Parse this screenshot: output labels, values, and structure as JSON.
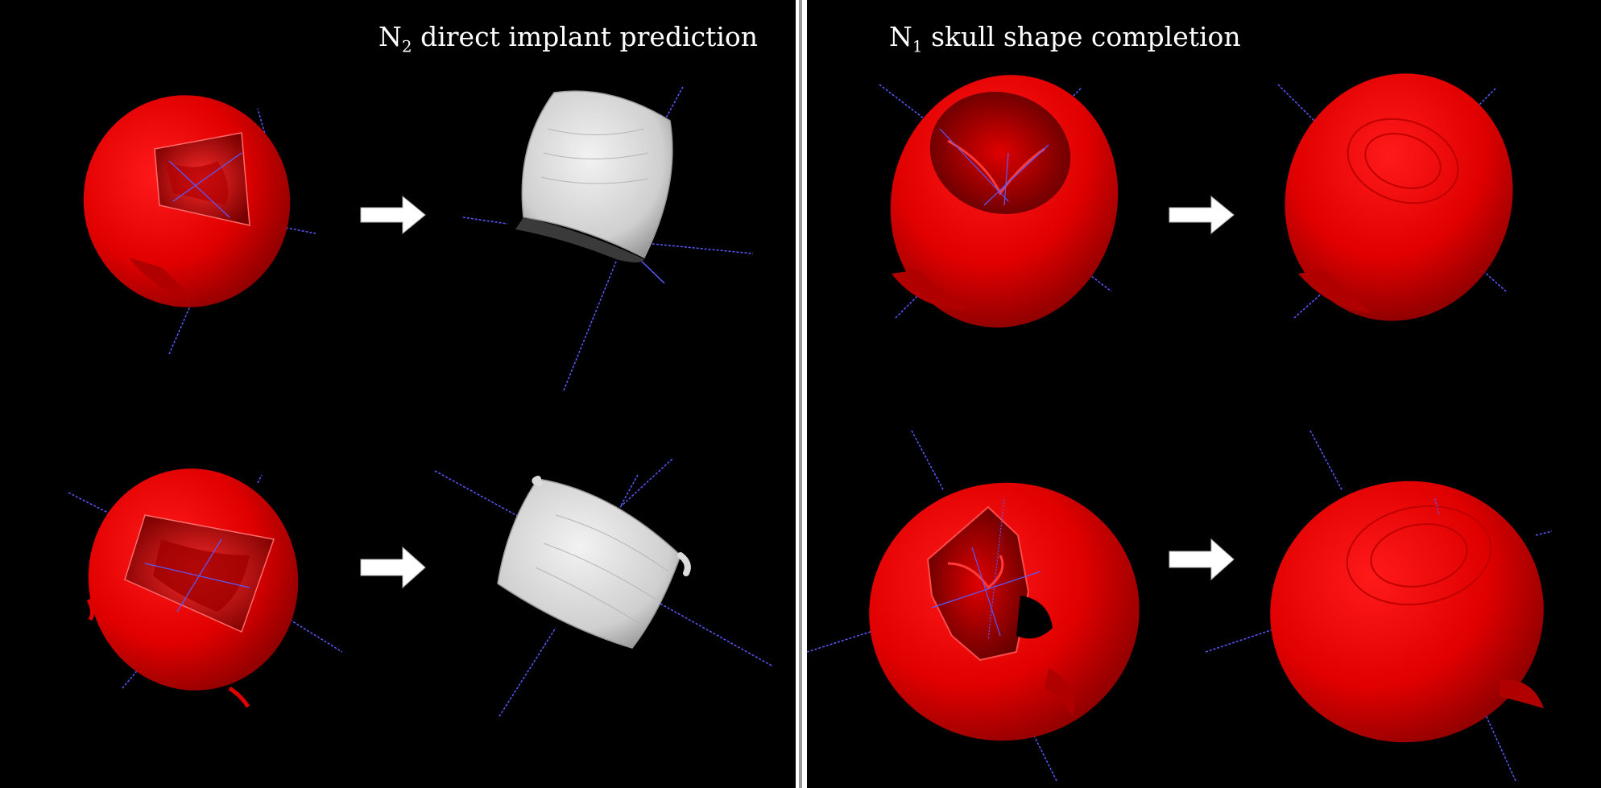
{
  "left_panel": {
    "title_main": "N",
    "title_sub": "2",
    "title_rest": " direct implant prediction"
  },
  "right_panel": {
    "title_main": "N",
    "title_sub": "1",
    "title_rest": " skull shape completion"
  },
  "colors": {
    "background": "#000000",
    "skull": "#e60000",
    "implant": "#c8c8c8",
    "axis": "#5a5aff",
    "arrow": "#ffffff",
    "divider": "#9a9a9a"
  }
}
